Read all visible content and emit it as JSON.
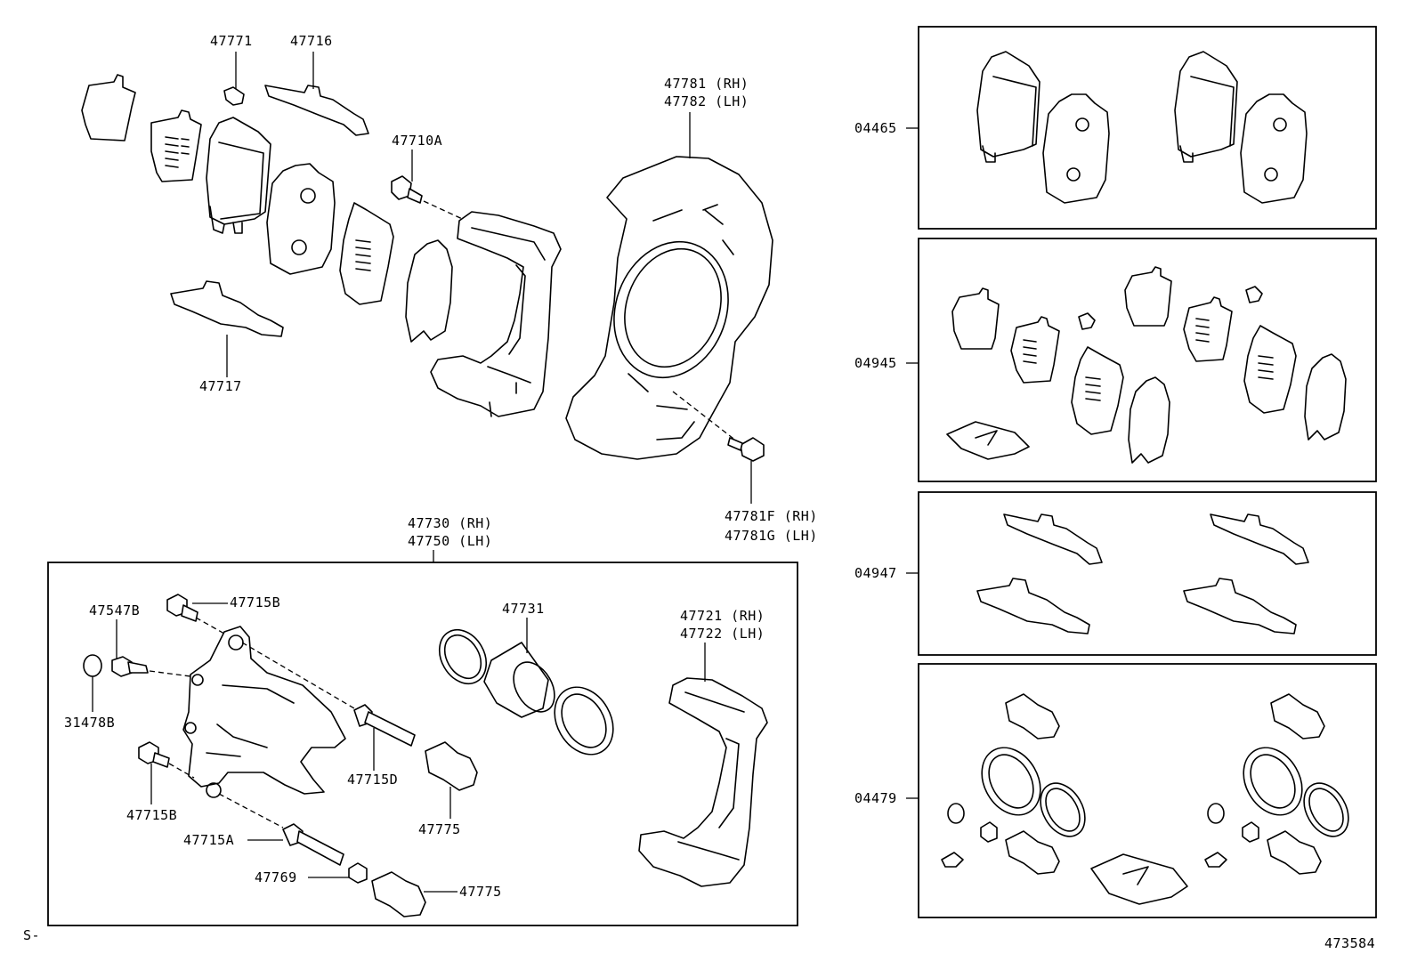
{
  "labels": {
    "p47771": "47771",
    "p47716": "47716",
    "p47781": "47781 (RH)",
    "p47782": "47782 (LH)",
    "p47710A": "47710A",
    "p47717": "47717",
    "p47781F": "47781F (RH)",
    "p47781G": "47781G (LH)",
    "p47730": "47730 (RH)",
    "p47750": "47750 (LH)",
    "p47715B_top": "47715B",
    "p47547B": "47547B",
    "p31478B": "31478B",
    "p47731": "47731",
    "p47721": "47721 (RH)",
    "p47722": "47722 (LH)",
    "p47715D": "47715D",
    "p47775_mid": "47775",
    "p47715B_low": "47715B",
    "p47715A": "47715A",
    "p47769": "47769",
    "p47775_low": "47775",
    "k04465": "04465",
    "k04945": "04945",
    "k04947": "04947",
    "k04479": "04479",
    "corner_mark": "S-",
    "figure_number": "473584"
  }
}
